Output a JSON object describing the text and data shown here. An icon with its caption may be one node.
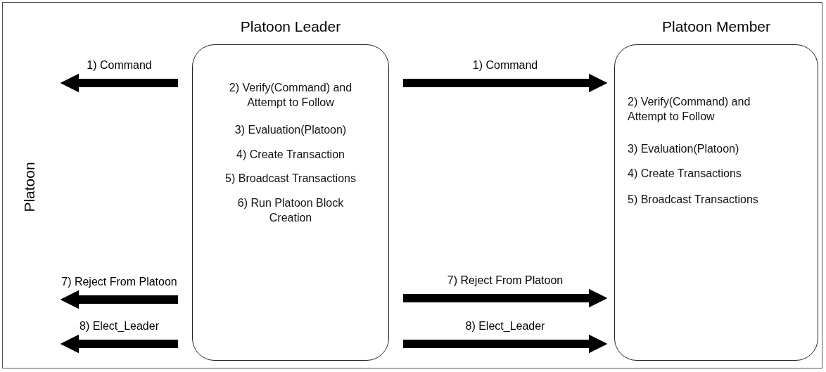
{
  "diagram": {
    "nodes": [
      {
        "text": [
          "Platoon"
        ]
      },
      {
        "text": [
          "Platoon Leader",
          "2) Verify(Command) and Attempt to Follow",
          "3) Evaluation(Platoon)",
          "4) Create Transaction",
          "5) Broadcast Transactions",
          "6) Run Platoon Block Creation"
        ],
        "in": 0
      },
      {
        "text": [
          "Platoon Member",
          "2) Verify(Command) and Attempt to Follow",
          "3) Evaluation(Platoon)",
          "4) Create Transactions",
          "5) Broadcast Transactions"
        ],
        "in": 0
      }
    ],
    "edges": [
      {
        "from": 1,
        "to": null,
        "arrow": "to",
        "label": "1) Command"
      },
      {
        "from": 1,
        "to": 2,
        "arrow": "to",
        "label": "1) Command"
      },
      {
        "from": 1,
        "to": null,
        "arrow": "to",
        "label": "7) Reject From Platoon"
      },
      {
        "from": 1,
        "to": 2,
        "arrow": "to",
        "label": "7) Reject From Platoon"
      },
      {
        "from": 1,
        "to": null,
        "arrow": "to",
        "label": "8) Elect_Leader"
      },
      {
        "from": 1,
        "to": 2,
        "arrow": "to",
        "label": "8) Elect_Leader"
      }
    ]
  }
}
